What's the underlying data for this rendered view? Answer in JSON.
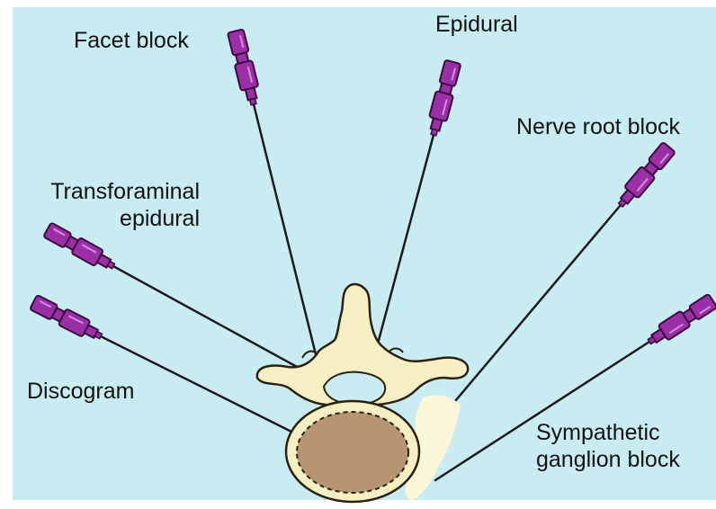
{
  "diagram": {
    "background_color": "#c9ecf2",
    "needle_color": "#9a2fa6",
    "needle_dark": "#5c1466",
    "bone_color": "#f7efc4",
    "disc_color": "#b89572",
    "ganglion_color": "#fbf6d8"
  },
  "labels": {
    "facet_block": "Facet block",
    "epidural": "Epidural",
    "nerve_root_block": "Nerve root block",
    "transforaminal_line1": "Transforaminal",
    "transforaminal_line2": "epidural",
    "discogram": "Discogram",
    "sympathetic_line1": "Sympathetic",
    "sympathetic_line2": "ganglion block"
  }
}
